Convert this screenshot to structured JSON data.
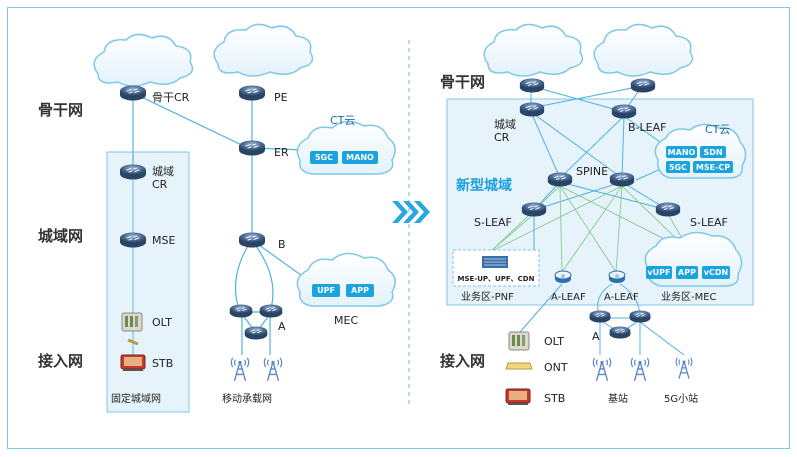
{
  "levels": {
    "backbone": "骨干网",
    "metro": "城域网",
    "access": "接入网"
  },
  "left": {
    "cr": "骨干CR",
    "pe": "PE",
    "er": "ER",
    "metro_cr": "城域\nCR",
    "mse": "MSE",
    "olt": "OLT",
    "stb": "STB",
    "b": "B",
    "a": "A",
    "ct_cloud": "CT云",
    "ct_pills": [
      "5GC",
      "MANO"
    ],
    "mec_pills": [
      "UPF",
      "APP"
    ],
    "mec": "MEC",
    "fixed_metro": "固定城域网",
    "mobile_bearer": "移动承载网"
  },
  "right": {
    "metro_cr": "城域\nCR",
    "b_leaf": "B-LEAF",
    "ct_cloud": "CT云",
    "ct_pills": [
      "MANO",
      "SDN",
      "5GC",
      "MSE-CP"
    ],
    "new_metro": "新型城域",
    "spine": "SPINE",
    "s_leaf_left": "S-LEAF",
    "s_leaf_right": "S-LEAF",
    "pnf_text": "MSE-UP、UPF、CDN",
    "mec_pills": [
      "vUPF",
      "APP",
      "vCDN"
    ],
    "zone_pnf": "业务区-PNF",
    "a_leaf_1": "A-LEAF",
    "a_leaf_2": "A-LEAF",
    "zone_mec": "业务区-MEC",
    "olt": "OLT",
    "ont": "ONT",
    "stb": "STB",
    "a": "A",
    "base_station": "基站",
    "small_5g": "5G小站"
  },
  "colors": {
    "frame": "#7fc7ea",
    "link": "#4fb3e0",
    "green_link": "#8fcf9a",
    "pill": "#1ba3e0",
    "router": "#3b5678",
    "arrow": "#29a8e0"
  }
}
